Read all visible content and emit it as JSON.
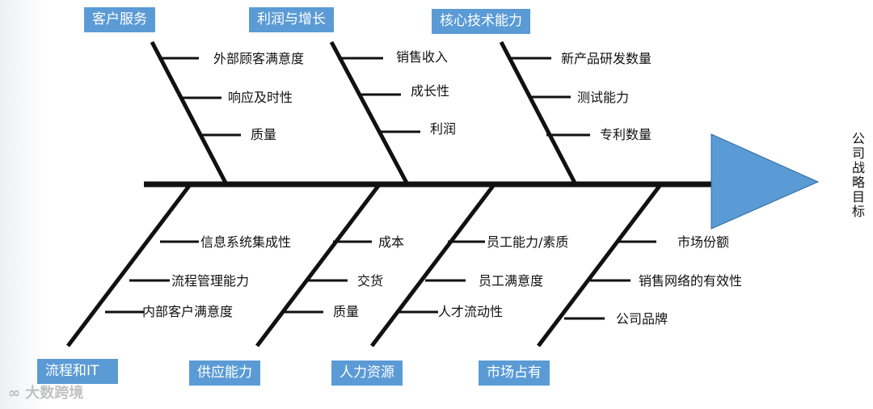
{
  "goal": "公司战略目标",
  "watermark": "大数跨境",
  "colors": {
    "category_fill": "#5b9bd5",
    "head_fill": "#5b9bd5",
    "spine": "#111111"
  },
  "top_categories": [
    {
      "label": "客户服务",
      "causes": [
        "外部顾客满意度",
        "响应及时性",
        "质量"
      ]
    },
    {
      "label": "利润与增长",
      "causes": [
        "销售收入",
        "成长性",
        "利润"
      ]
    },
    {
      "label": "核心技术能力",
      "causes": [
        "新产品研发数量",
        "测试能力",
        "专利数量"
      ]
    }
  ],
  "bottom_categories": [
    {
      "label": "流程和IT",
      "causes": [
        "信息系统集成性",
        "流程管理能力",
        "内部客户满意度"
      ]
    },
    {
      "label": "供应能力",
      "causes": [
        "成本",
        "交货",
        "质量"
      ]
    },
    {
      "label": "人力资源",
      "causes": [
        "员工能力/素质",
        "员工满意度",
        "人才流动性"
      ]
    },
    {
      "label": "市场占有",
      "causes": [
        "市场份额",
        "销售网络的有效性",
        "公司品牌"
      ]
    }
  ]
}
